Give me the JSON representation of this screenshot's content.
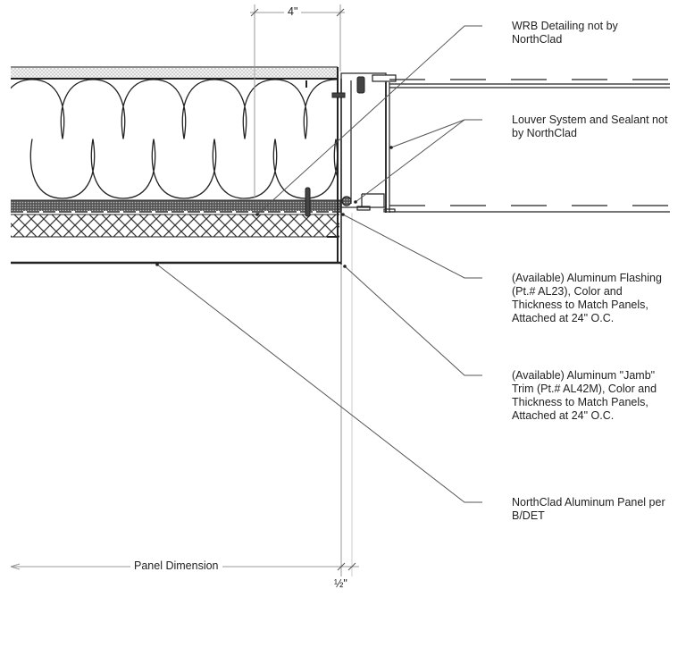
{
  "drawing": {
    "title": "Louver Jamb Detail",
    "dimensions": {
      "top": "4\"",
      "bottom_left": "Panel Dimension",
      "bottom_right": "½\""
    },
    "callouts": [
      {
        "id": "wrb",
        "text": "WRB Detailing not by\nNorthClad"
      },
      {
        "id": "louver",
        "text": "Louver System and Sealant not\nby NorthClad"
      },
      {
        "id": "flashing",
        "text": "(Available) Aluminum Flashing\n(Pt.# AL23), Color and\nThickness to Match Panels,\nAttached at 24\" O.C."
      },
      {
        "id": "jamb",
        "text": "(Available) Aluminum \"Jamb\"\nTrim (Pt.# AL42M), Color and\nThickness to Match Panels,\nAttached at 24\" O.C."
      },
      {
        "id": "panel",
        "text": "NorthClad Aluminum Panel per\nB/DET"
      }
    ],
    "colors": {
      "line": "#222222",
      "leader": "#555555",
      "dim_line": "#999999"
    }
  }
}
